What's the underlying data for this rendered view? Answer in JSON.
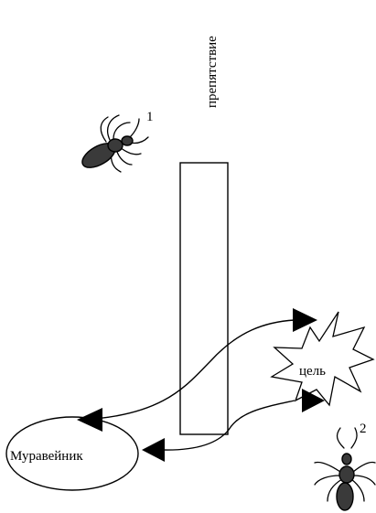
{
  "labels": {
    "obstacle": "препятствие",
    "goal": "цель",
    "anthill": "Муравейник",
    "ant1": "1",
    "ant2": "2"
  },
  "icons": {
    "ant": "ant-icon",
    "goal_shape": "starburst-icon"
  },
  "colors": {
    "ant_body": "#3a3a3a",
    "stroke": "#000000",
    "background": "#ffffff"
  }
}
